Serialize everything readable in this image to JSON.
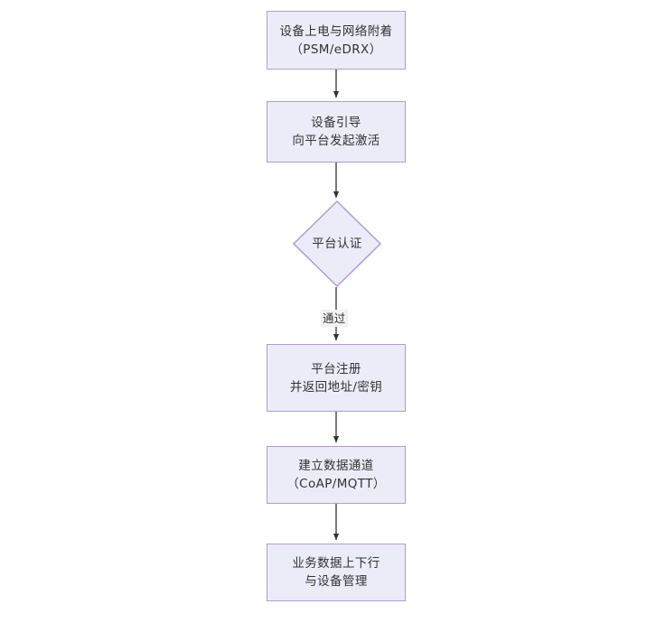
{
  "diagram": {
    "type": "flowchart",
    "orientation": "top-to-bottom",
    "theme": {
      "node_fill": "#ececf9",
      "node_border": "#b09cd8",
      "text_color": "#333333",
      "edge_color": "#333333",
      "edge_label_bg": "#f2f2f2",
      "background": "#ffffff"
    },
    "nodes": [
      {
        "id": "n1",
        "shape": "rect",
        "lines": [
          "设备上电与网络附着",
          "（PSM/eDRX）"
        ]
      },
      {
        "id": "n2",
        "shape": "rect",
        "lines": [
          "设备引导",
          "向平台发起激活"
        ]
      },
      {
        "id": "n3",
        "shape": "diamond",
        "lines": [
          "平台认证"
        ]
      },
      {
        "id": "n4",
        "shape": "rect",
        "lines": [
          "平台注册",
          "并返回地址/密钥"
        ]
      },
      {
        "id": "n5",
        "shape": "rect",
        "lines": [
          "建立数据通道",
          "（CoAP/MQTT）"
        ]
      },
      {
        "id": "n6",
        "shape": "rect",
        "lines": [
          "业务数据上下行",
          "与设备管理"
        ]
      }
    ],
    "edges": [
      {
        "from": "n1",
        "to": "n2",
        "label": ""
      },
      {
        "from": "n2",
        "to": "n3",
        "label": ""
      },
      {
        "from": "n3",
        "to": "n4",
        "label": "通过"
      },
      {
        "from": "n4",
        "to": "n5",
        "label": ""
      },
      {
        "from": "n5",
        "to": "n6",
        "label": ""
      }
    ]
  }
}
